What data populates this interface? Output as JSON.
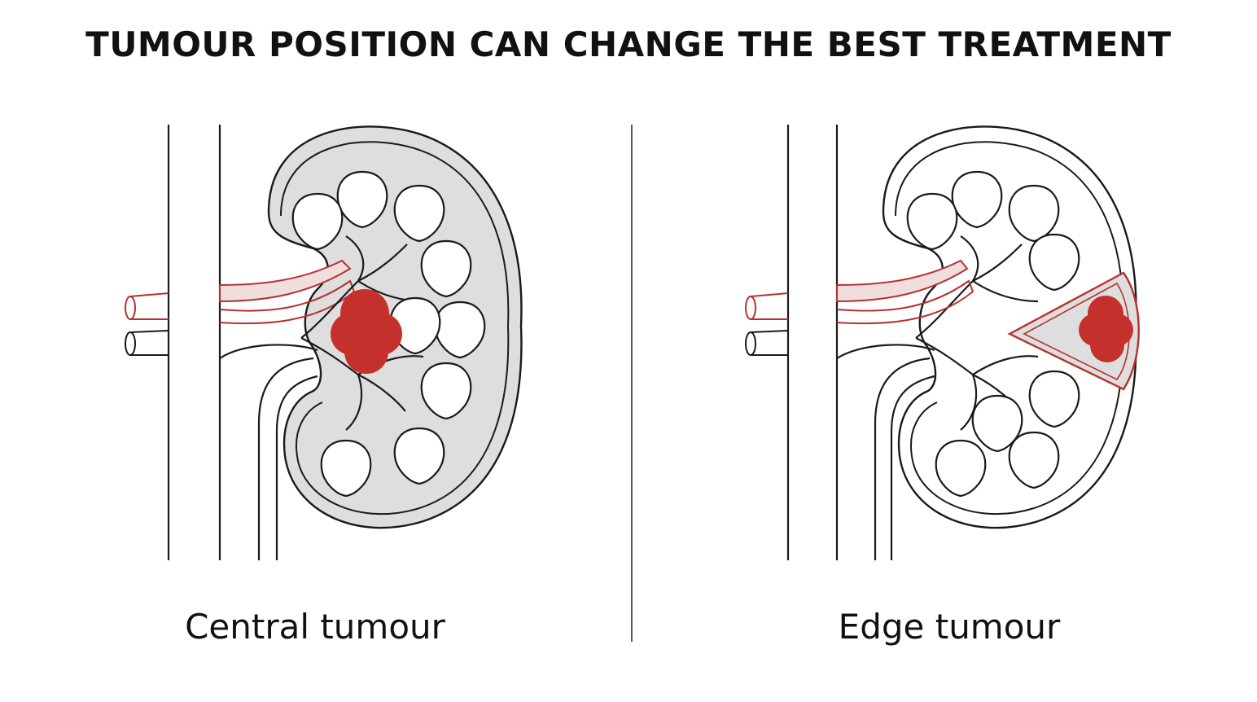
{
  "title": "TUMOUR POSITION CAN CHANGE THE BEST TREATMENT",
  "panels": [
    {
      "label": "Central tumour",
      "kidney_fill": "#dedede",
      "tumour_location": "central"
    },
    {
      "label": "Edge tumour",
      "kidney_fill": "#ffffff",
      "tumour_location": "edge",
      "wedge_fill": "#dedede"
    }
  ],
  "colors": {
    "outline": "#1a1a1a",
    "vessel_accent": "#b83030",
    "tumour": "#c4302b"
  }
}
